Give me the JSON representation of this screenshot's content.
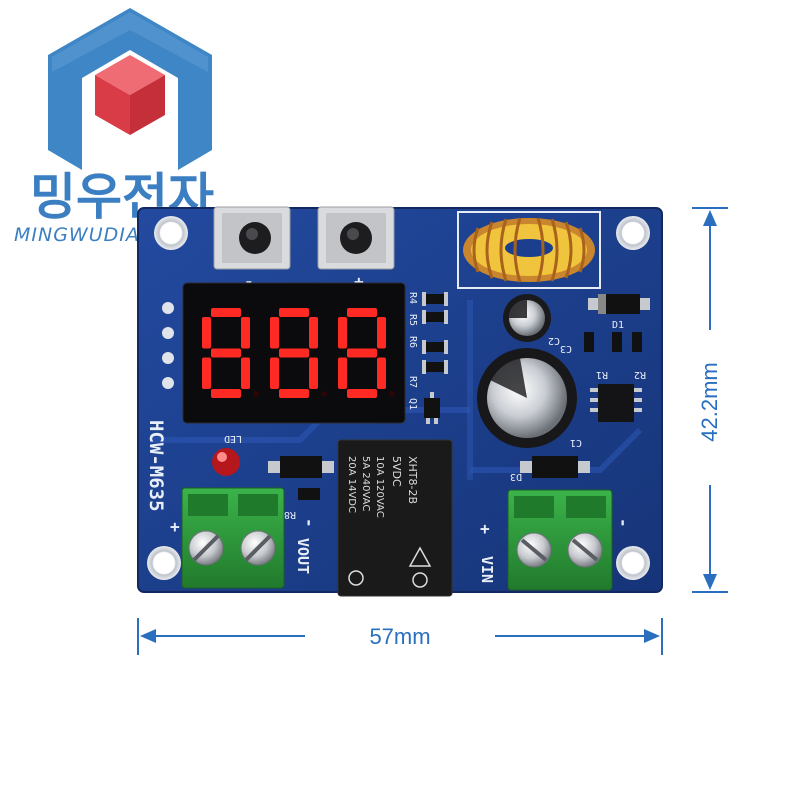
{
  "logo": {
    "korean_name": "밍우전자",
    "latin_name": "MINGWUDIANZI",
    "colors": {
      "hex_frame": "#3f86c6",
      "cube": "#e0444e",
      "text": "#3b7fc2"
    }
  },
  "board": {
    "model": "HCW-M635",
    "led_label": "LED",
    "relay": {
      "model": "XHT8-2B",
      "coil": "5VDC",
      "rating_1": "10A 120VAC",
      "rating_2": "5A 240VAC",
      "rating_3": "20A 14VDC"
    },
    "buttons": [
      {
        "sign": "-"
      },
      {
        "sign": "+"
      }
    ],
    "display": {
      "digits": [
        "8",
        "8",
        "8"
      ],
      "color": "#ff2a24"
    },
    "terminals": {
      "output": {
        "label": "VOUT",
        "plus": "+",
        "minus": "-"
      },
      "input": {
        "label": "VIN",
        "plus": "+",
        "minus": "-"
      }
    },
    "component_labels": {
      "r4": "R4",
      "r5": "R5",
      "r6": "R6",
      "r7": "R7",
      "r8": "R8",
      "r1": "R1",
      "r2": "R2",
      "c1": "C1",
      "c2": "C2",
      "c3": "C3",
      "d1": "D1",
      "d3": "D3",
      "q1": "Q1"
    },
    "colors": {
      "pcb": "#1c3e8e",
      "terminal": "#2e9c3a",
      "relay": "#1a1a1a"
    }
  },
  "dimensions": {
    "width": "57mm",
    "height": "42.2mm",
    "color": "#2a6fbf"
  }
}
